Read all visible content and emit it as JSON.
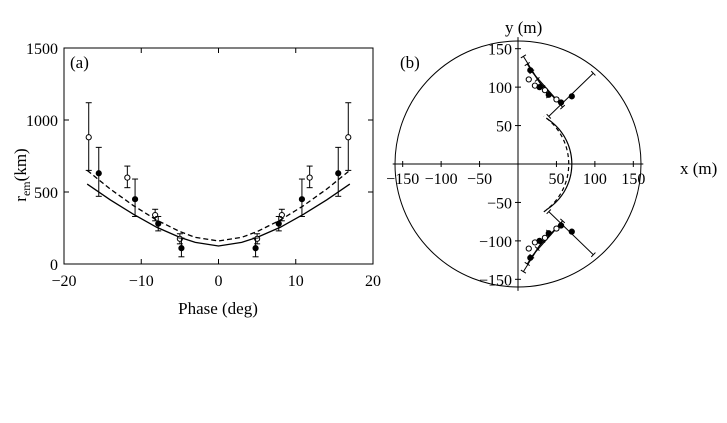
{
  "chart_data": [
    {
      "type": "scatter",
      "panel_label": "(a)",
      "xlabel": "Phase (deg)",
      "ylabel_main": "r",
      "ylabel_sub": "em",
      "ylabel_unit": "(km)",
      "xlim": [
        -20,
        20
      ],
      "ylim": [
        0,
        1500
      ],
      "xticks": [
        -20,
        -10,
        0,
        10,
        20
      ],
      "yticks": [
        0,
        500,
        1000,
        1500
      ],
      "grid": false,
      "series": [
        {
          "marker": "open-circle",
          "points": [
            {
              "x": -16.8,
              "y": 880,
              "ylo": 650,
              "yhi": 1120
            },
            {
              "x": -11.8,
              "y": 600,
              "ylo": 530,
              "yhi": 680
            },
            {
              "x": -8.2,
              "y": 340,
              "ylo": 300,
              "yhi": 380
            },
            {
              "x": -5.0,
              "y": 175,
              "ylo": 140,
              "yhi": 210
            },
            {
              "x": 5.0,
              "y": 175,
              "ylo": 140,
              "yhi": 210
            },
            {
              "x": 8.2,
              "y": 340,
              "ylo": 300,
              "yhi": 380
            },
            {
              "x": 11.8,
              "y": 600,
              "ylo": 530,
              "yhi": 680
            },
            {
              "x": 16.8,
              "y": 880,
              "ylo": 650,
              "yhi": 1120
            }
          ]
        },
        {
          "marker": "filled-circle",
          "points": [
            {
              "x": -15.5,
              "y": 630,
              "ylo": 470,
              "yhi": 810
            },
            {
              "x": -10.8,
              "y": 450,
              "ylo": 330,
              "yhi": 590
            },
            {
              "x": -7.8,
              "y": 280,
              "ylo": 230,
              "yhi": 330
            },
            {
              "x": -4.8,
              "y": 110,
              "ylo": 50,
              "yhi": 180
            },
            {
              "x": 4.8,
              "y": 110,
              "ylo": 50,
              "yhi": 180
            },
            {
              "x": 7.8,
              "y": 280,
              "ylo": 230,
              "yhi": 330
            },
            {
              "x": 10.8,
              "y": 450,
              "ylo": 330,
              "yhi": 590
            },
            {
              "x": 15.5,
              "y": 630,
              "ylo": 470,
              "yhi": 810
            }
          ]
        }
      ],
      "curves": [
        {
          "style": "solid",
          "x": [
            -17,
            -14,
            -11,
            -8,
            -5,
            -3,
            0,
            3,
            5,
            8,
            11,
            14,
            17
          ],
          "y": [
            555,
            445,
            345,
            255,
            185,
            150,
            125,
            150,
            185,
            255,
            345,
            445,
            555
          ]
        },
        {
          "style": "dashed",
          "x": [
            -17,
            -14,
            -11,
            -8,
            -5,
            -3,
            0,
            3,
            5,
            8,
            11,
            14,
            17
          ],
          "y": [
            650,
            520,
            405,
            305,
            225,
            185,
            160,
            185,
            225,
            305,
            405,
            520,
            650
          ]
        }
      ]
    },
    {
      "type": "scatter",
      "panel_label": "(b)",
      "xlabel": "x (m)",
      "ylabel": "y (m)",
      "xlim": [
        -160,
        160
      ],
      "ylim": [
        -160,
        160
      ],
      "xticks": [
        -150,
        -100,
        -50,
        50,
        100,
        150
      ],
      "yticks": [
        -150,
        -100,
        -50,
        50,
        100,
        150
      ],
      "circle_radius": 160,
      "grid": false,
      "series": [
        {
          "marker": "open-circle",
          "points": [
            {
              "x": 14,
              "y": 110
            },
            {
              "x": 22,
              "y": 102
            },
            {
              "x": 35,
              "y": 96
            },
            {
              "x": 50,
              "y": 84
            },
            {
              "x": 14,
              "y": -110
            },
            {
              "x": 22,
              "y": -102
            },
            {
              "x": 35,
              "y": -96
            },
            {
              "x": 50,
              "y": -84
            }
          ]
        },
        {
          "marker": "filled-circle",
          "points": [
            {
              "x": 16,
              "y": 122
            },
            {
              "x": 28,
              "y": 100
            },
            {
              "x": 40,
              "y": 90
            },
            {
              "x": 56,
              "y": 80
            },
            {
              "x": 70,
              "y": 88
            },
            {
              "x": 16,
              "y": -122
            },
            {
              "x": 28,
              "y": -100
            },
            {
              "x": 40,
              "y": -90
            },
            {
              "x": 56,
              "y": -80
            },
            {
              "x": 70,
              "y": -88
            }
          ]
        }
      ],
      "error_segments": [
        {
          "x1": 7,
          "y1": 140,
          "x2": 32,
          "y2": 100
        },
        {
          "x1": 12,
          "y1": 130,
          "x2": 40,
          "y2": 88
        },
        {
          "x1": 18,
          "y1": 120,
          "x2": 50,
          "y2": 84
        },
        {
          "x1": 25,
          "y1": 110,
          "x2": 58,
          "y2": 74
        },
        {
          "x1": 40,
          "y1": 62,
          "x2": 98,
          "y2": 118
        },
        {
          "x1": 7,
          "y1": -140,
          "x2": 32,
          "y2": -100
        },
        {
          "x1": 12,
          "y1": -130,
          "x2": 40,
          "y2": -88
        },
        {
          "x1": 18,
          "y1": -120,
          "x2": 50,
          "y2": -84
        },
        {
          "x1": 25,
          "y1": -110,
          "x2": 58,
          "y2": -74
        },
        {
          "x1": 40,
          "y1": -62,
          "x2": 98,
          "y2": -118
        }
      ],
      "curves": [
        {
          "style": "solid",
          "center_x": 0,
          "radius": 70,
          "angle_from": -58,
          "angle_to": 58
        },
        {
          "style": "dashed",
          "center_x": -10,
          "radius": 76,
          "angle_from": -55,
          "angle_to": 55
        }
      ]
    }
  ]
}
